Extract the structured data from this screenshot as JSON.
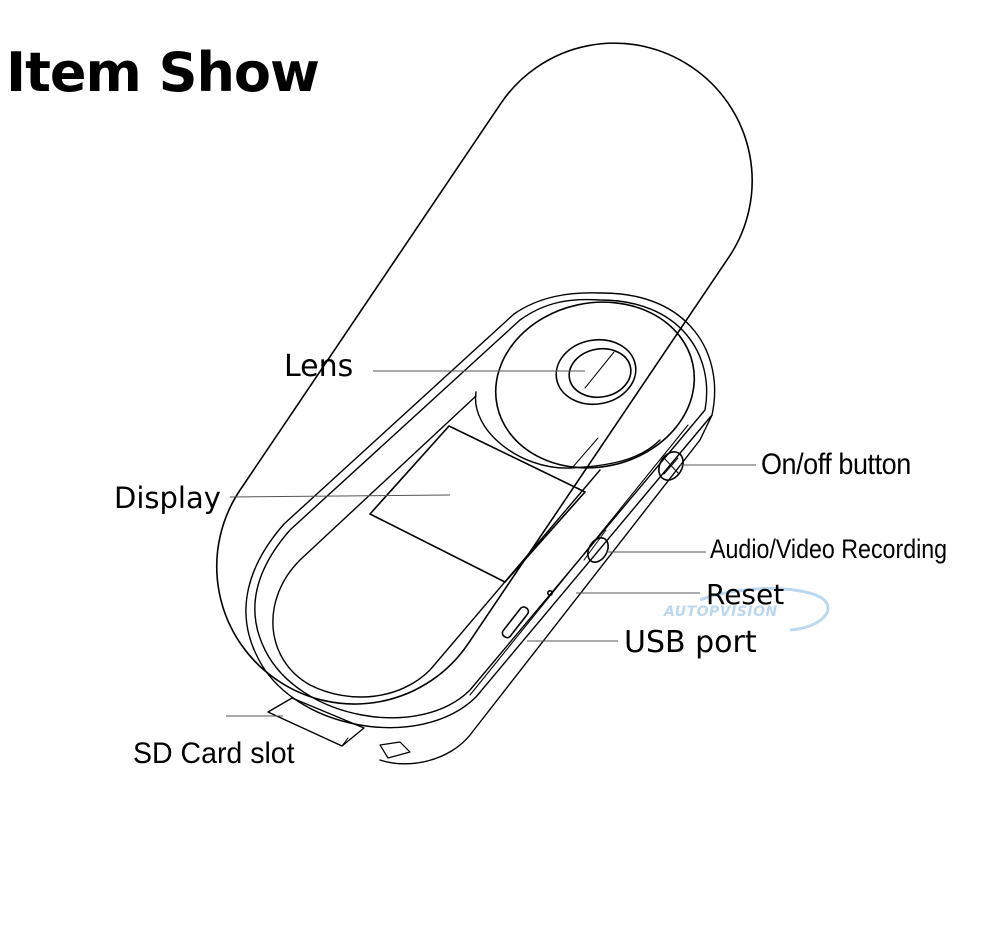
{
  "title": "Item Show",
  "callouts": {
    "lens": "Lens",
    "display": "Display",
    "on_off_button": "On/off button",
    "audio_video_recording": "Audio/Video Recording",
    "reset": "Reset",
    "usb_port": "USB port",
    "sd_card_slot": "SD Card slot"
  },
  "watermark": "AUTOPVISION",
  "colors": {
    "line": "#000000",
    "leader": "#555555",
    "watermark": "#bcd8f0",
    "background": "#ffffff"
  }
}
